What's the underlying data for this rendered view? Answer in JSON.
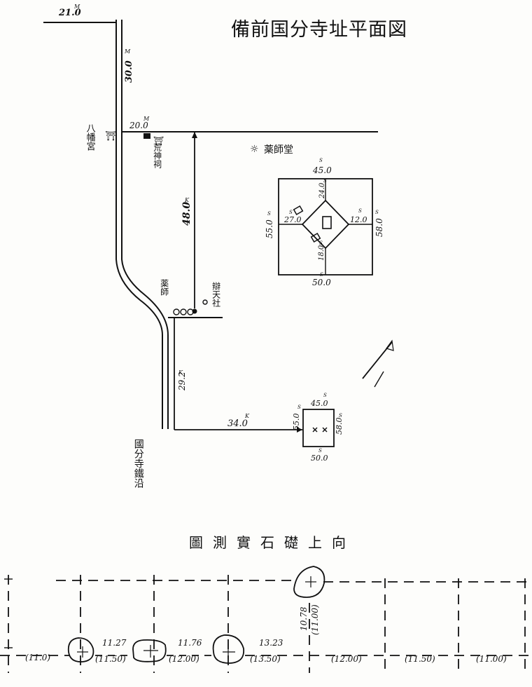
{
  "title": "備前国分寺址平面図",
  "map": {
    "measurements": {
      "m_21": "21.0",
      "m_21_unit": "M",
      "m_30": "30.0",
      "m_30_unit": "M",
      "m_20": "20.0",
      "m_20_unit": "M",
      "m_48": "48.0",
      "m_48_unit": "K",
      "m_292": "29.2",
      "m_292_unit": "K",
      "m_34": "34.0",
      "m_34_unit": "K"
    },
    "labels": {
      "hachiman": "八幡宮",
      "kojin": "荒神祠",
      "yakushido": "薬師堂",
      "yakushi_small": "薬師",
      "benten": "辯天社",
      "kokubunji_road": "國分寺鐵沿"
    },
    "pagoda_large": {
      "top": "45.0",
      "top_unit": "S",
      "inner_top": "24.0",
      "inner_top_unit": "S",
      "left": "27.0",
      "left_unit": "S",
      "right": "12.0",
      "right_unit": "S",
      "outer_left": "55.0",
      "outer_left_unit": "S",
      "outer_right": "58.0",
      "outer_right_unit": "S",
      "inner_bottom": "18.0",
      "inner_bottom_unit": "S",
      "bottom": "50.0",
      "bottom_unit": "S"
    },
    "pagoda_small": {
      "top": "45.0",
      "top_unit": "S",
      "left": "55.0",
      "left_unit": "S",
      "right": "58.0",
      "right_unit": "S",
      "bottom": "50.0",
      "bottom_unit": "S"
    }
  },
  "stones_section": {
    "subtitle": "圖測實石礎上向",
    "values": {
      "s1": "(11.0)",
      "s2_top": "11.27",
      "s2_bot": "(11.50)",
      "s3_top": "11.76",
      "s3_bot": "(12.00)",
      "s4_top": "13.23",
      "s4_bot": "(13.50)",
      "s5_a": "10.78",
      "s5_b": "(11.00)",
      "s6": "(12.00)",
      "s7": "(11.50)",
      "s8": "(11.00)"
    }
  }
}
